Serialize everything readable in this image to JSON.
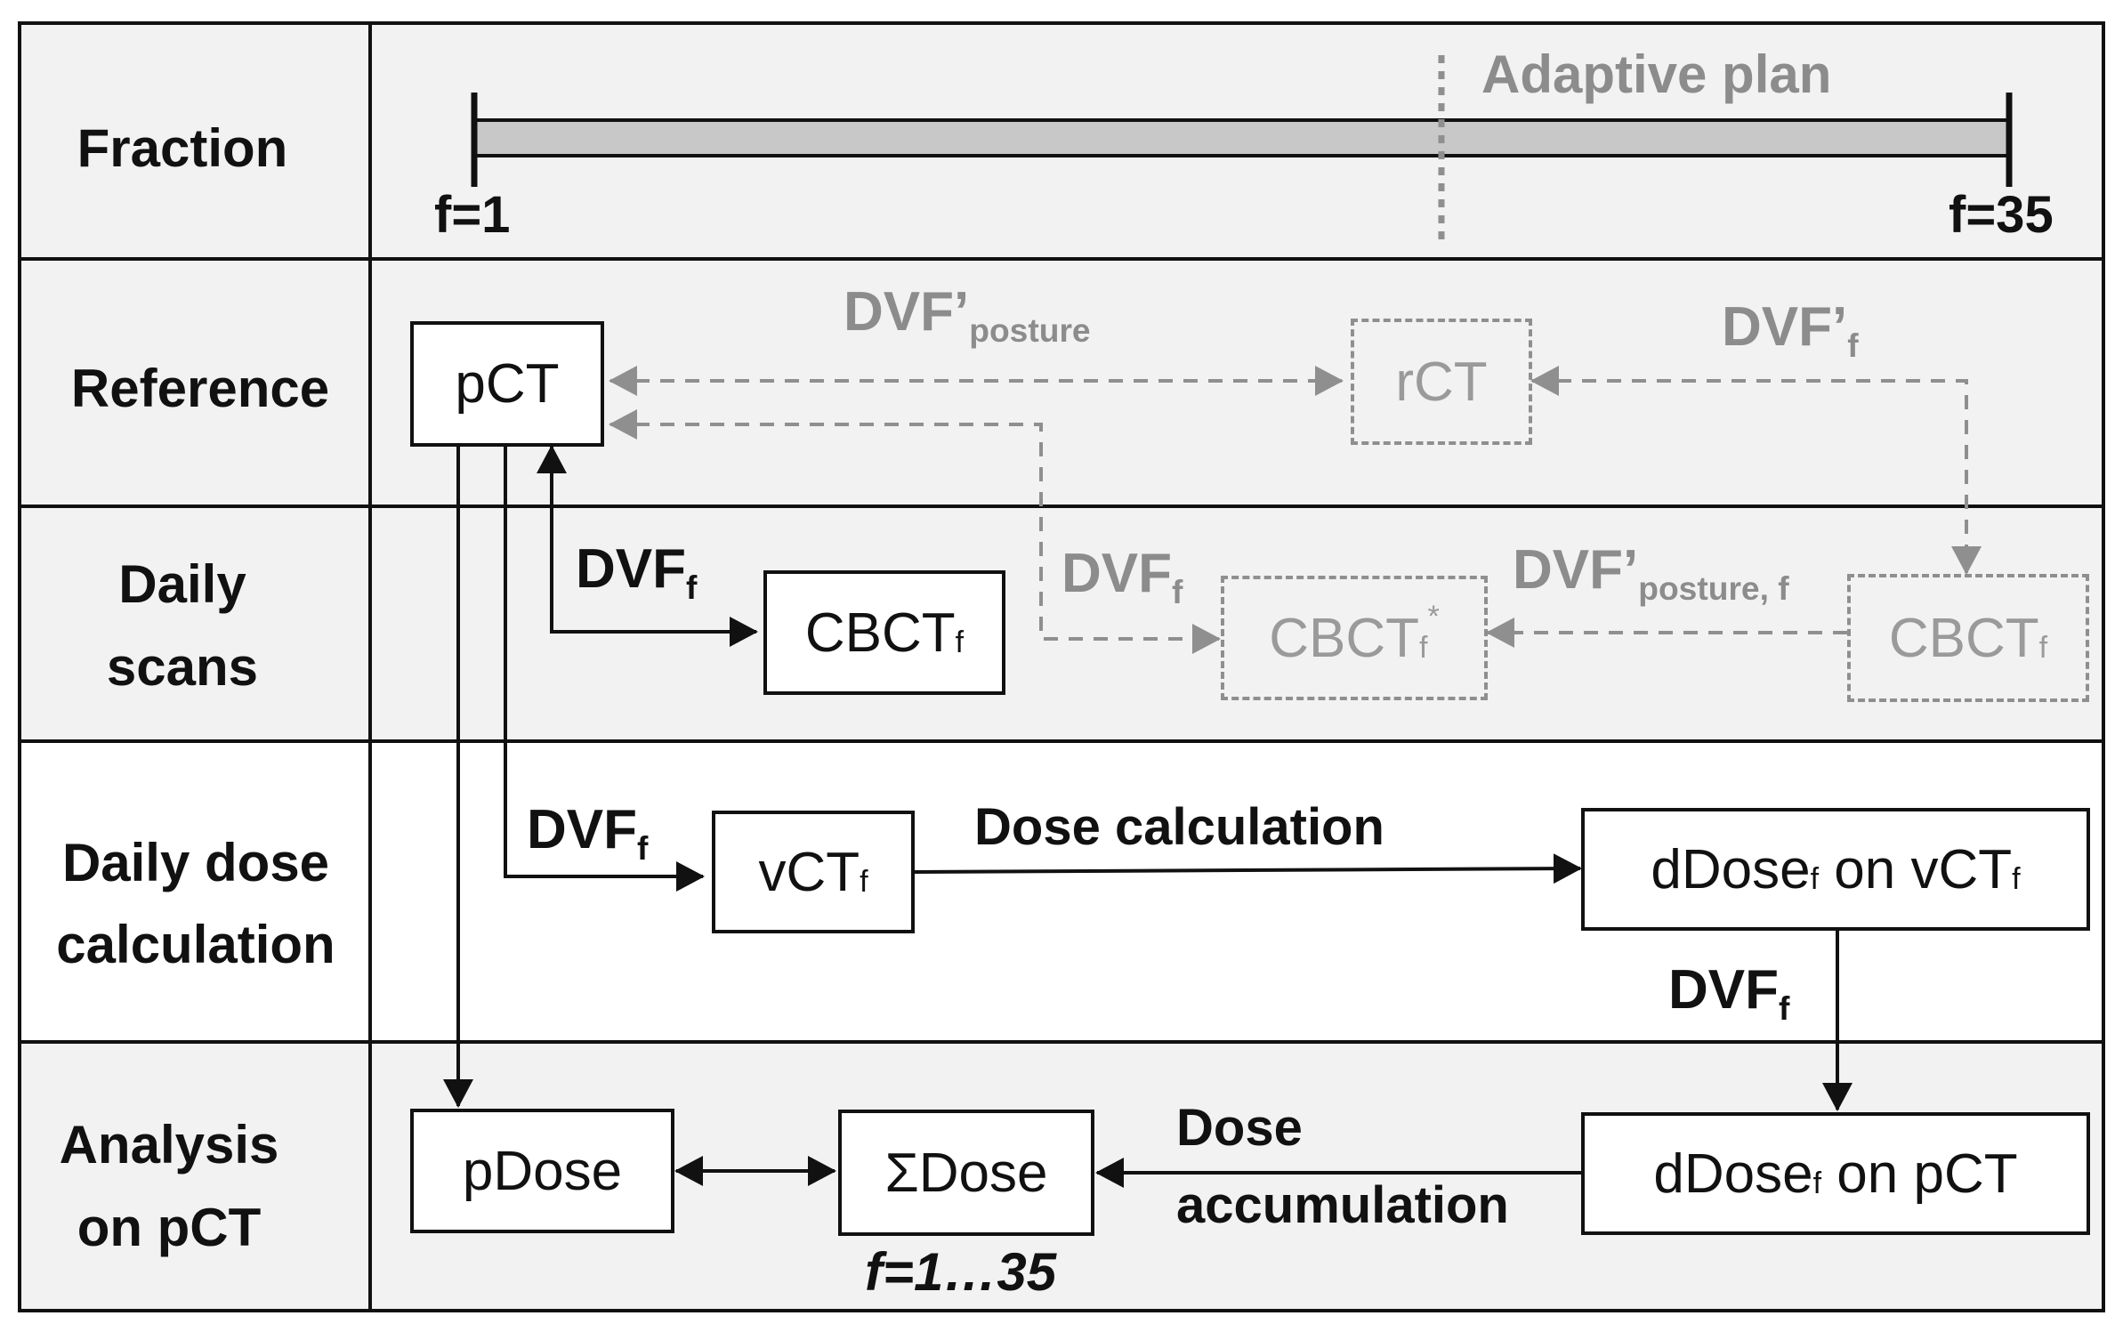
{
  "rows": {
    "fraction": "Fraction",
    "reference": "Reference",
    "daily_scans_1": "Daily",
    "daily_scans_2": "scans",
    "daily_dose_1": "Daily dose",
    "daily_dose_2": "calculation",
    "analysis_1": "Analysis",
    "analysis_2": "on pCT"
  },
  "timeline": {
    "start": "f=1",
    "end": "f=35",
    "adaptive": "Adaptive plan"
  },
  "boxes": {
    "pct": "pCT",
    "rct": "rCT",
    "cbct": "CBCT",
    "vct": "vCT",
    "ddose_vct_a": "dDose",
    "ddose_vct_b": " on vCT",
    "ddose_pct_a": "dDose",
    "ddose_pct_b": " on pCT",
    "pdose": "pDose",
    "sumdose": "ΣDose",
    "sub_f": "f",
    "star": "*"
  },
  "labels": {
    "dvf": "DVF",
    "dvf_prime": "DVF’",
    "posture": "posture",
    "posture_f": "posture, f",
    "f": "f",
    "dose_calc": "Dose calculation",
    "dose_acc_1": "Dose",
    "dose_acc_2": "accumulation",
    "f_range": "f=1…35"
  }
}
